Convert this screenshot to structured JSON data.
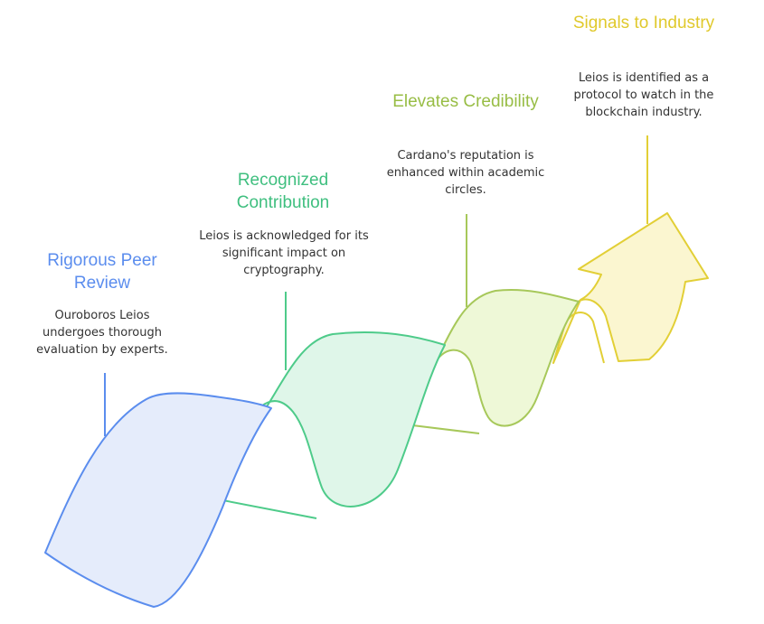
{
  "colors": {
    "stage1": "#5b8dee",
    "stage2": "#4ecb8a",
    "stage3": "#a7c85a",
    "stage4": "#e2cf36"
  },
  "stages": [
    {
      "title": "Rigorous Peer Review",
      "description": "Ouroboros Leios undergoes thorough evaluation by experts."
    },
    {
      "title": "Recognized Contribution",
      "description": "Leios is acknowledged for its significant impact on cryptography."
    },
    {
      "title": "Elevates Credibility",
      "description": "Cardano's reputation is enhanced within academic circles."
    },
    {
      "title": "Signals to Industry",
      "description": "Leios is identified as a protocol to watch in the blockchain industry."
    }
  ]
}
